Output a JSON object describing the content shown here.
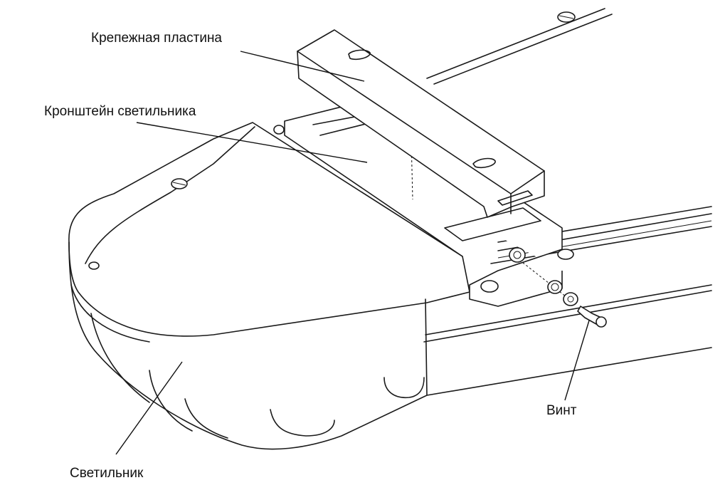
{
  "labels": {
    "mounting_plate": "Крепежная пластина",
    "luminaire_bracket": "Кронштейн светильника",
    "luminaire": "Светильник",
    "screw": "Винт"
  }
}
